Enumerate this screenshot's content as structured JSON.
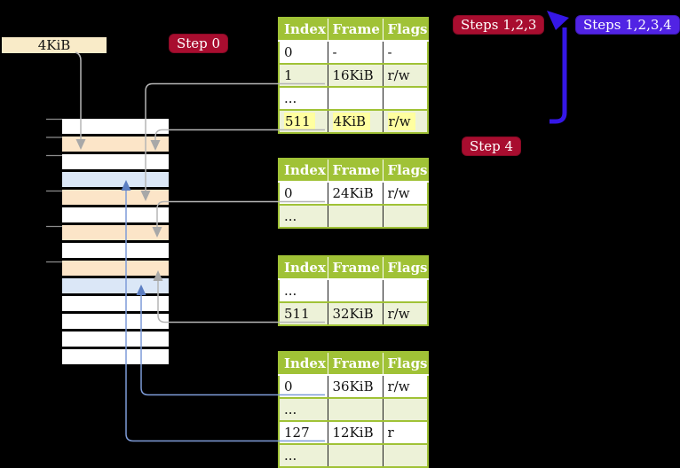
{
  "frame_label": {
    "text": "4KiB"
  },
  "badges": [
    {
      "text": "Step 0",
      "style": "red"
    },
    {
      "text": "Steps 1,2,3",
      "style": "red"
    },
    {
      "text": "Steps 1,2,3,4",
      "style": "blue"
    },
    {
      "text": "Step 4",
      "style": "red"
    }
  ],
  "memory_column": {
    "rows": [
      "white",
      "orange",
      "white",
      "blue",
      "orange",
      "white",
      "orange",
      "white",
      "orange",
      "blue",
      "white",
      "white",
      "white",
      "white"
    ]
  },
  "tables": [
    {
      "headers": [
        "Index",
        "Frame",
        "Flags"
      ],
      "rows": [
        {
          "cells": [
            "0",
            "-",
            "-"
          ],
          "shaded": false,
          "highlight": false
        },
        {
          "cells": [
            "1",
            "16KiB",
            "r/w"
          ],
          "shaded": true,
          "highlight": false
        },
        {
          "cells": [
            "...",
            "",
            ""
          ],
          "shaded": false,
          "highlight": false
        },
        {
          "cells": [
            "511",
            "4KiB",
            "r/w"
          ],
          "shaded": true,
          "highlight": true
        }
      ]
    },
    {
      "headers": [
        "Index",
        "Frame",
        "Flags"
      ],
      "rows": [
        {
          "cells": [
            "0",
            "24KiB",
            "r/w"
          ],
          "shaded": false,
          "highlight": false
        },
        {
          "cells": [
            "...",
            "",
            ""
          ],
          "shaded": true,
          "highlight": false
        }
      ]
    },
    {
      "headers": [
        "Index",
        "Frame",
        "Flags"
      ],
      "rows": [
        {
          "cells": [
            "...",
            "",
            ""
          ],
          "shaded": false,
          "highlight": false
        },
        {
          "cells": [
            "511",
            "32KiB",
            "r/w"
          ],
          "shaded": true,
          "highlight": false
        }
      ]
    },
    {
      "headers": [
        "Index",
        "Frame",
        "Flags"
      ],
      "rows": [
        {
          "cells": [
            "0",
            "36KiB",
            "r/w"
          ],
          "shaded": false,
          "highlight": false
        },
        {
          "cells": [
            "...",
            "",
            ""
          ],
          "shaded": true,
          "highlight": false
        },
        {
          "cells": [
            "127",
            "12KiB",
            "r"
          ],
          "shaded": false,
          "highlight": false
        },
        {
          "cells": [
            "...",
            "",
            ""
          ],
          "shaded": true,
          "highlight": false
        }
      ]
    }
  ],
  "colors": {
    "badge_red": "#a80d2f",
    "badge_blue": "#5123e4",
    "loop_arrow_blue": "#3517e6",
    "connector_gray": "#b5b5b5",
    "connector_blue": "#7e9cd8",
    "table_header_green": "#a0c236",
    "table_shaded_row": "#edf2d8",
    "highlight_yellow": "#ffffa0",
    "memory_orange": "#fce5c8",
    "memory_blue": "#dbe7f7",
    "label_wheat": "#f9ebc8",
    "background": "#000000"
  }
}
